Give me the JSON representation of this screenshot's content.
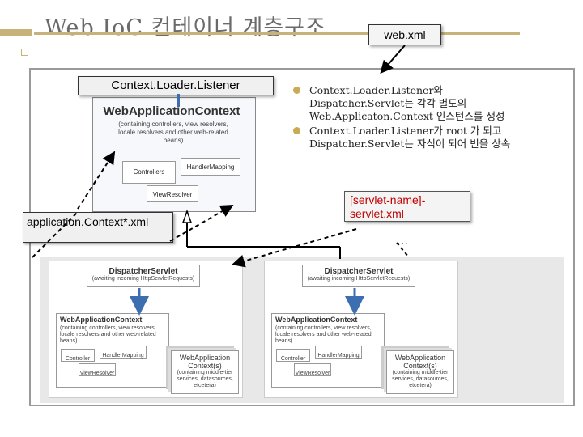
{
  "slide": {
    "title": "Web IoC 컨테이너 계층구조",
    "web_xml_label": "web.xml",
    "context_loader_listener_label": "Context.Loader.Listener",
    "application_context_xml_label": "application.Context*.xml",
    "servlet_xml_label": "[servlet-name]-servlet.xml",
    "ellipsis": "…"
  },
  "root_context": {
    "title": "WebApplicationContext",
    "desc": "(containing controllers, view resolvers, locale resolvers and other web-related beans)",
    "controllers": "Controllers",
    "handler_mapping": "HandlerMapping",
    "view_resolver": "ViewResolver"
  },
  "dispatcher_left": {
    "title": "DispatcherServlet",
    "subtitle": "(awaiting incoming HttpServletRequests)",
    "wac_title": "WebApplicationContext",
    "wac_desc": "(containing controllers, view resolvers, locale resolvers and other web-related beans)",
    "controller": "Controller",
    "handler_mapping": "HandlerMapping",
    "view_resolver": "ViewResolver",
    "ctx_title": "WebApplication Context(s)",
    "ctx_desc": "(containing middle-tier services, datasources, etcetera)"
  },
  "dispatcher_right": {
    "title": "DispatcherServlet",
    "subtitle": "(awaiting incoming HttpServletRequests)",
    "wac_title": "WebApplicationContext",
    "wac_desc": "(containing controllers, view resolvers, locale resolvers and other web-related beans)",
    "controller": "Controller",
    "handler_mapping": "HandlerMapping",
    "view_resolver": "ViewResolver",
    "ctx_title": "WebApplication Context(s)",
    "ctx_desc": "(containing middle-tier services, datasources, etcetera)"
  },
  "bullets": [
    "Context.Loader.Listener와 Dispatcher.Servlet는 각각 별도의 Web.Applicaton.Context 인스턴스를 생성",
    "Context.Loader.Listener가 root 가 되고 Dispatcher.Servlet는 자식이 되어 빈을 상속"
  ],
  "colors": {
    "accent": "#c7b27a",
    "bullet": "#c9ab53",
    "servlet_label": "#c00000",
    "arrow": "#3d6fb0"
  }
}
